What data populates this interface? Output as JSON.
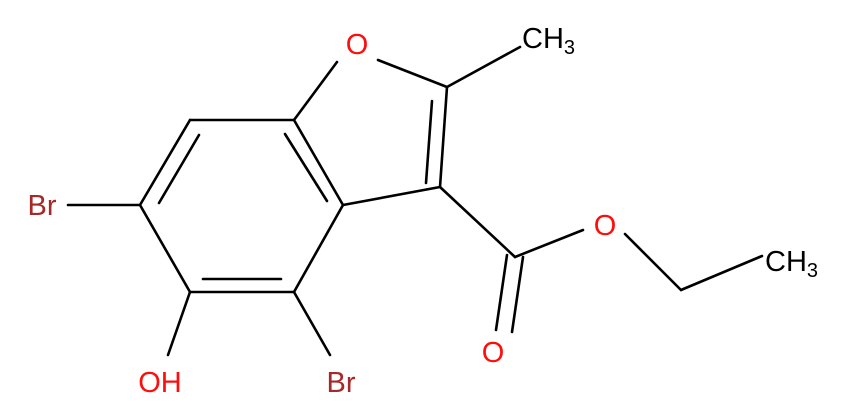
{
  "colors": {
    "background": "#ffffff",
    "bond": "#000000",
    "carbon": "#000000",
    "oxygen": "#ff0d0d",
    "bromine": "#a62929"
  },
  "atoms": {
    "ring_oxygen": "O",
    "methyl_top": {
      "main": "CH",
      "sub": "3"
    },
    "ester_oxygen": "O",
    "carbonyl_oxygen": "O",
    "ethyl_methyl": {
      "main": "CH",
      "sub": "3"
    },
    "bromine_left": "Br",
    "bromine_bottom": "Br",
    "hydroxyl": "OH"
  }
}
